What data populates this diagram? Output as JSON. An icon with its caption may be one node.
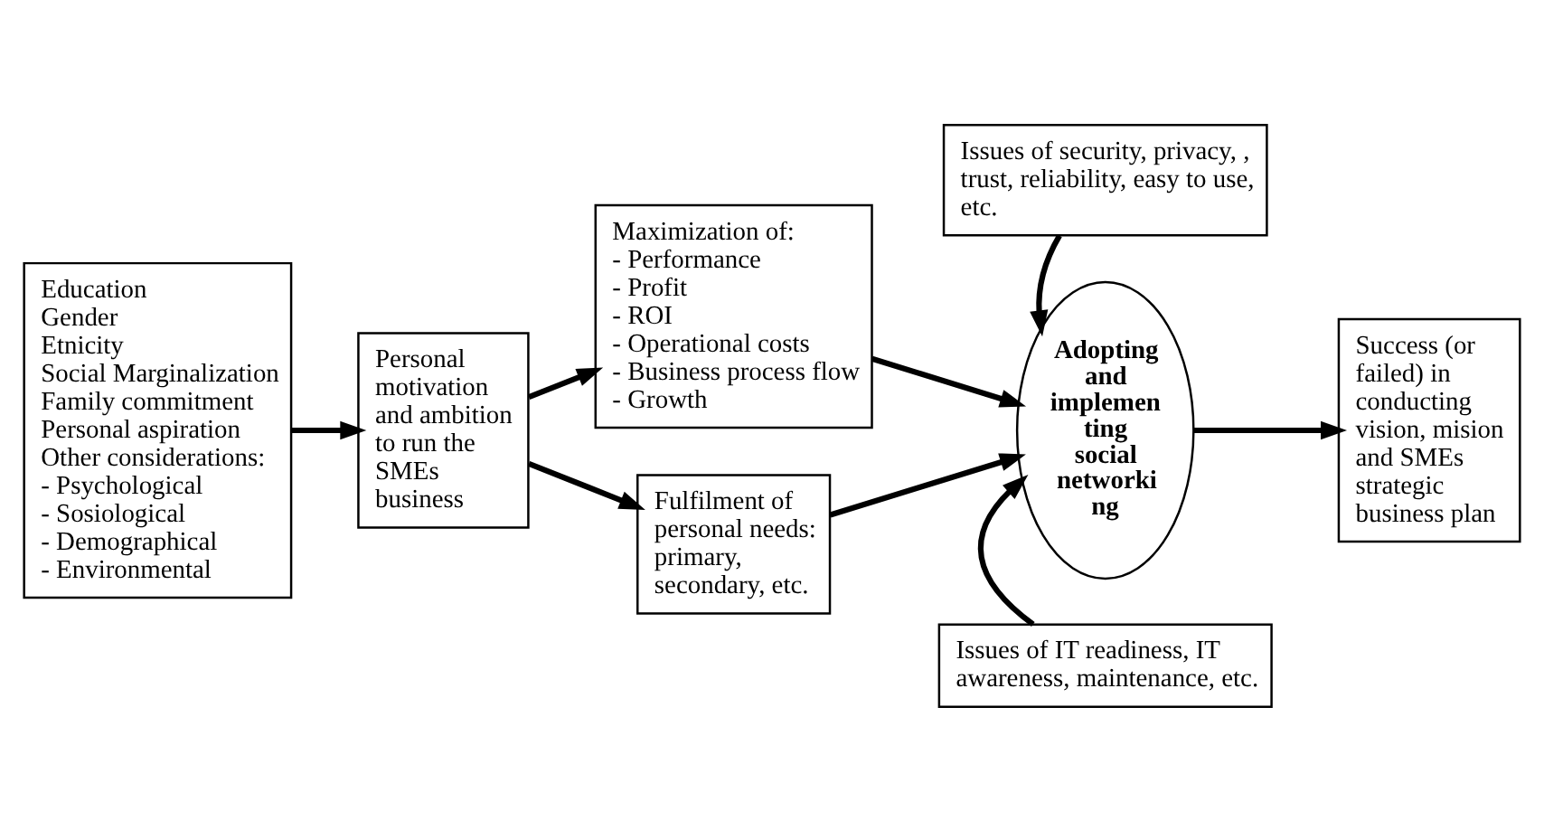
{
  "diagram": {
    "nodes": [
      {
        "text": [
          "Education",
          "Gender",
          "Etnicity",
          "Social Marginalization",
          "Family commitment",
          "Personal aspiration",
          "Other considerations:",
          "- Psychological",
          "- Sosiological",
          "- Demographical",
          "- Environmental"
        ]
      },
      {
        "text": [
          "Personal motivation and ambition to run the SMEs business"
        ]
      },
      {
        "text": [
          "Maximization of:",
          "- Performance",
          "- Profit",
          "- ROI",
          "- Operational costs",
          "- Business process flow",
          "- Growth"
        ]
      },
      {
        "text": [
          "Fulfilment of personal needs: primary, secondary, etc."
        ]
      },
      {
        "text": [
          "Issues of security, privacy, , trust, reliability, easy to use, etc."
        ]
      },
      {
        "text": [
          "Adopting and implemen ting social networki ng"
        ]
      },
      {
        "text": [
          "Success (or failed) in conducting vision, mision and SMEs strategic business plan"
        ]
      },
      {
        "text": [
          "Issues of IT readiness, IT awareness, maintenance, etc."
        ]
      }
    ],
    "edges": [
      {
        "from": 0,
        "to": 1,
        "arrow": "to"
      },
      {
        "from": 1,
        "to": 2,
        "arrow": "to"
      },
      {
        "from": 1,
        "to": 3,
        "arrow": "to"
      },
      {
        "from": 2,
        "to": 5,
        "arrow": "to"
      },
      {
        "from": 4,
        "to": 5,
        "arrow": "to"
      },
      {
        "from": 3,
        "to": 5,
        "arrow": "to"
      },
      {
        "from": 7,
        "to": 5,
        "arrow": "to"
      },
      {
        "from": 5,
        "to": 6,
        "arrow": "to"
      }
    ]
  }
}
